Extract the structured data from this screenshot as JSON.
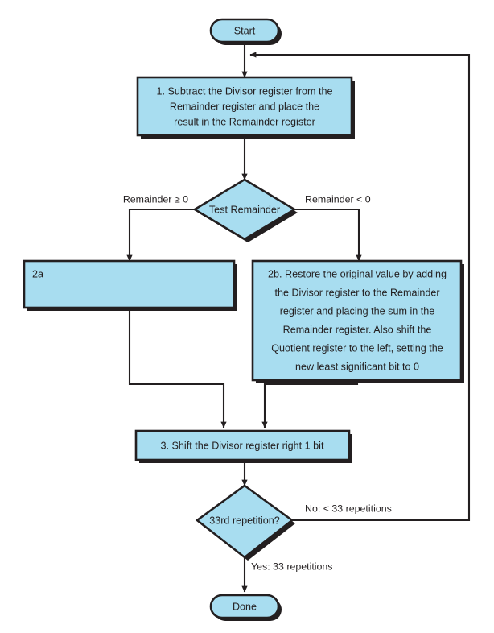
{
  "diagram": {
    "title": "Restoring division algorithm flowchart",
    "type": "flowchart",
    "colors": {
      "shape_fill": "#a8ddf0",
      "outline": "#231f20",
      "background": "#ffffff"
    },
    "nodes": {
      "start": {
        "label": "Start",
        "shape": "terminator"
      },
      "step1": {
        "shape": "process",
        "lines": [
          "1.  Subtract the Divisor register from the",
          "Remainder register and place the",
          "result in the Remainder register"
        ]
      },
      "test_remainder": {
        "label": "Test Remainder",
        "shape": "decision"
      },
      "step2a": {
        "shape": "process",
        "lines": [
          "2a"
        ]
      },
      "step2b": {
        "shape": "process",
        "lines": [
          "2b.  Restore the original value by adding",
          "the Divisor register to the Remainder",
          "register and placing the sum in the",
          "Remainder register. Also shift the",
          "Quotient register to the left, setting the",
          "new least significant bit to 0"
        ]
      },
      "step3": {
        "shape": "process",
        "lines": [
          "3.  Shift the Divisor register right 1 bit"
        ]
      },
      "repetition_test": {
        "label": "33rd repetition?",
        "shape": "decision"
      },
      "done": {
        "label": "Done",
        "shape": "terminator"
      }
    },
    "edge_labels": {
      "remainder_ge_zero": "Remainder ≥ 0",
      "remainder_lt_zero": "Remainder < 0",
      "no_branch": "No: < 33 repetitions",
      "yes_branch": "Yes: 33 repetitions"
    }
  }
}
